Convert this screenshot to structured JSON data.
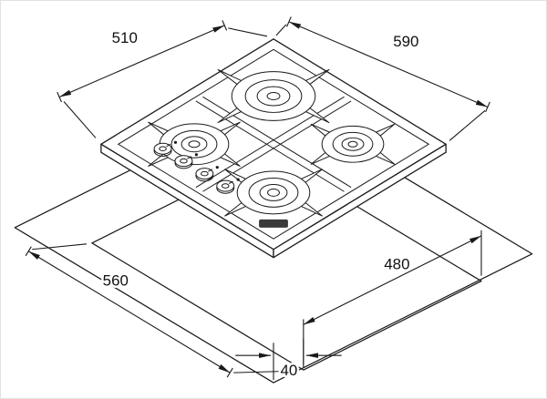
{
  "colors": {
    "line": "#1a1a1a",
    "background": "#ffffff"
  },
  "dimensions": {
    "top_left": "510",
    "top_right": "590",
    "bottom_left": "560",
    "bottom_right": "480",
    "bottom_center": "40"
  }
}
